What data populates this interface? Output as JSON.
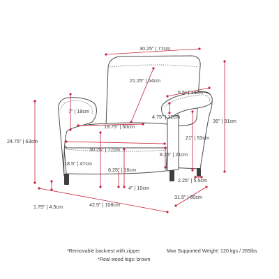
{
  "product": "armchair",
  "colors": {
    "measure": "#c8203a",
    "outline": "#4a4a4a",
    "text": "#3a3a3a",
    "leg": "#3e3e3e"
  },
  "dimensions": {
    "overall_width": "30.25\" | 77cm",
    "back_cushion_height": "21.25\" | 54cm",
    "arm_width": "5.5\" | 14cm",
    "overall_height": "36\" | 91cm",
    "arm_above_seat": "7\" | 18cm",
    "arm_top_offset": "4.75\" | 12cm",
    "seat_depth": "19.75\" | 50cm",
    "arm_height": "24.75\" | 63cm",
    "arm_front_height": "21\" | 53cm",
    "seat_width": "30.25\" | 77cm",
    "seat_cushion_thickness": "8.25\" | 21cm",
    "seat_height": "18.5\" | 47cm",
    "seat_platform_height": "6.25\" | 16cm",
    "leg_front_height": "4\" | 10cm",
    "leg_width": "2.25\" | 5.5cm",
    "leg_height": "1.75\" | 4.5cm",
    "overall_depth": "42.5\" | 108cm",
    "base_depth": "31.5\" | 80cm"
  },
  "notes": {
    "backrest": "*Removable backrest with zipper",
    "legs": "*Real wood legs: brown",
    "max_weight": "Max Supported Weight: 120 kgs / 265lbs"
  }
}
